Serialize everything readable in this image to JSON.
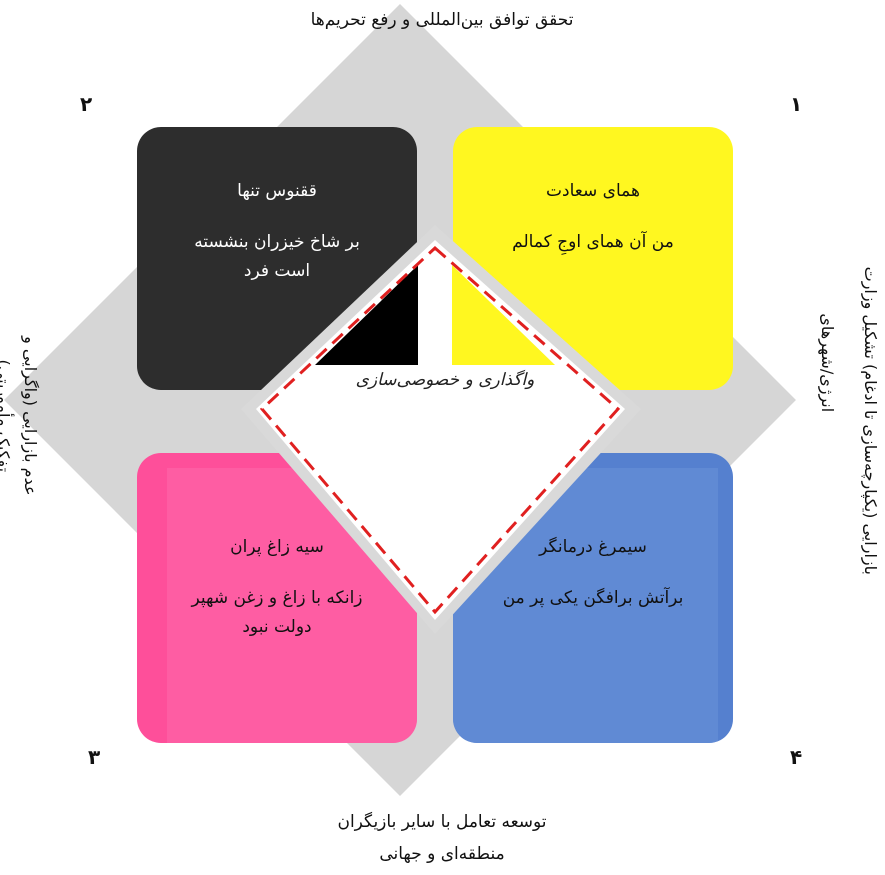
{
  "top_label": "تحقق توافق بین‌المللی و رفع تحریم‌ها",
  "bottom_label_line1": "توسعه تعامل با سایر بازیگران",
  "bottom_label_line2": "منطقه‌ای و جهانی",
  "left_label_line1": "عدم بازارایی (واگرایی و",
  "left_label_line2": "تفکیک مأموریتی)",
  "right_label_line1": "بازارایی (یکپارچه‌سازی تا ادغام) تشکیل وزارت",
  "right_label_line2": "انرژی/شهرهای",
  "numbers": {
    "n1": "۱",
    "n2": "۲",
    "n3": "۳",
    "n4": "۴"
  },
  "quadrants": {
    "q1": {
      "title": "همای سعادت",
      "line": "من آن همای اوجِ کمالم",
      "color": "#fff720"
    },
    "q2": {
      "title": "ققنوس تنها",
      "line": "بر شاخ خیزران بنشسته است فرد",
      "color": "#2d2d2d"
    },
    "q3": {
      "title": "سیه زاغ پران",
      "line": "زانکه با زاغ و زغن شهپر دولت نبود",
      "color": "#fe4f9a"
    },
    "q4": {
      "title": "سیمرغ درمانگر",
      "line": "برآتش برافگن یکی پر من",
      "color": "#5580cf"
    }
  },
  "center_label": "واگذاری و خصوصی‌سازی",
  "colors": {
    "diamond": "#d6d6d6",
    "dash": "#e02020"
  }
}
